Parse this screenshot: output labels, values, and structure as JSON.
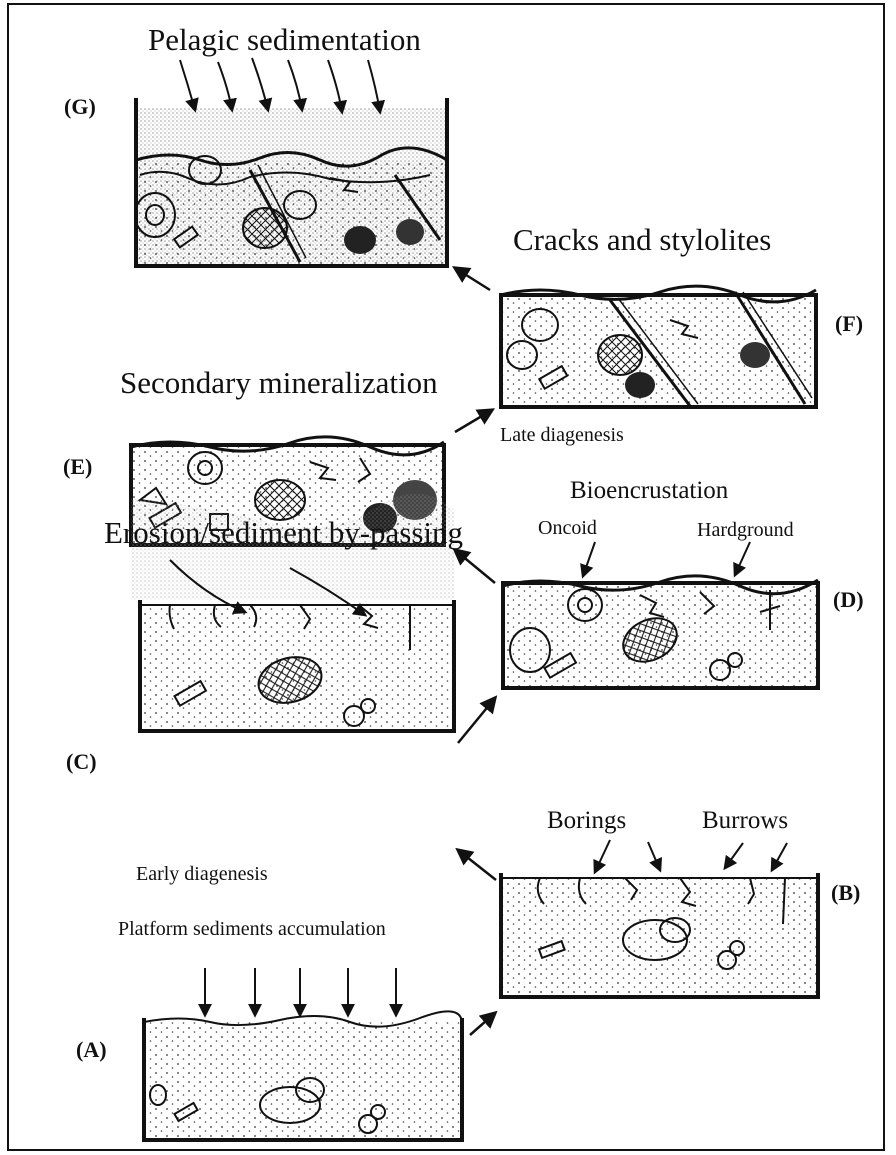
{
  "panels": {
    "G": {
      "id": "(G)",
      "title": "Pelagic sedimentation"
    },
    "F": {
      "id": "(F)",
      "title": "Cracks and stylolites",
      "note": "Late diagenesis"
    },
    "E": {
      "id": "(E)",
      "title": "Secondary mineralization"
    },
    "D": {
      "id": "(D)",
      "title": "Bioencrustation",
      "callout_left": "Oncoid",
      "callout_right": "Hardground"
    },
    "C": {
      "id": "(C)",
      "title": "Erosion/sediment by-passing",
      "note": "Early diagenesis"
    },
    "B": {
      "id": "(B)",
      "callout_left": "Borings",
      "callout_right": "Burrows"
    },
    "A": {
      "id": "(A)",
      "title": "Platform sediments accumulation"
    }
  },
  "colors": {
    "ink": "#111111",
    "paper": "#ffffff",
    "haze": "#9a9a9a"
  }
}
